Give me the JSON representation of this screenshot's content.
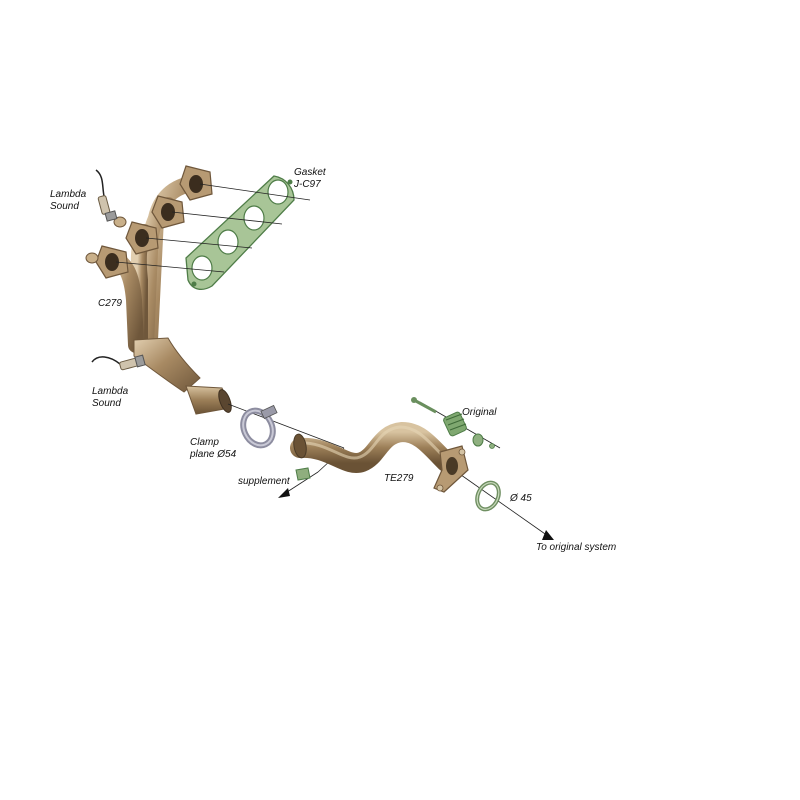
{
  "labels": {
    "lambda_top_line1": "Lambda",
    "lambda_top_line2": "Sound",
    "gasket_line1": "Gasket",
    "gasket_line2": "J-C97",
    "c279": "C279",
    "lambda_bottom_line1": "Lambda",
    "lambda_bottom_line2": "Sound",
    "clamp_line1": "Clamp",
    "clamp_line2": "plane Ø54",
    "supplement": "supplement",
    "te279": "TE279",
    "original": "Original",
    "diameter45": "Ø 45",
    "to_original": "To original system"
  },
  "colors": {
    "pipe": "#a88a63",
    "pipe_dark": "#7c6244",
    "pipe_light": "#d9c4a3",
    "gasket": "#5e8f56",
    "gasket_fill": "#a8c597",
    "clamp": "#9a9aa8",
    "line": "#222222"
  }
}
